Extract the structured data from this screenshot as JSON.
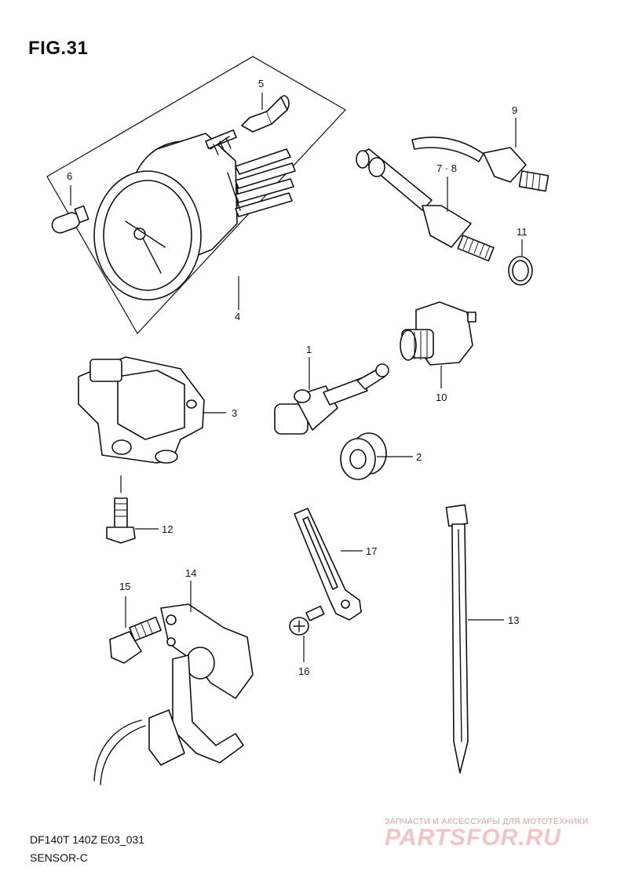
{
  "figure": {
    "title": "FIG.31",
    "code": "DF140T 140Z E03_031",
    "name": "SENSOR-C"
  },
  "parts": [
    {
      "ref": "1"
    },
    {
      "ref": "2"
    },
    {
      "ref": "3"
    },
    {
      "ref": "4"
    },
    {
      "ref": "5"
    },
    {
      "ref": "6"
    },
    {
      "ref": "7 · 8"
    },
    {
      "ref": "9"
    },
    {
      "ref": "10"
    },
    {
      "ref": "11"
    },
    {
      "ref": "12"
    },
    {
      "ref": "13"
    },
    {
      "ref": "14"
    },
    {
      "ref": "15"
    },
    {
      "ref": "16"
    },
    {
      "ref": "17"
    }
  ],
  "watermark": {
    "tagline": "ЗАПЧАСТИ И АКСЕССУАРЫ ДЛЯ МОТОТЕХНИКИ",
    "logo": "PARTSFOR.RU"
  }
}
